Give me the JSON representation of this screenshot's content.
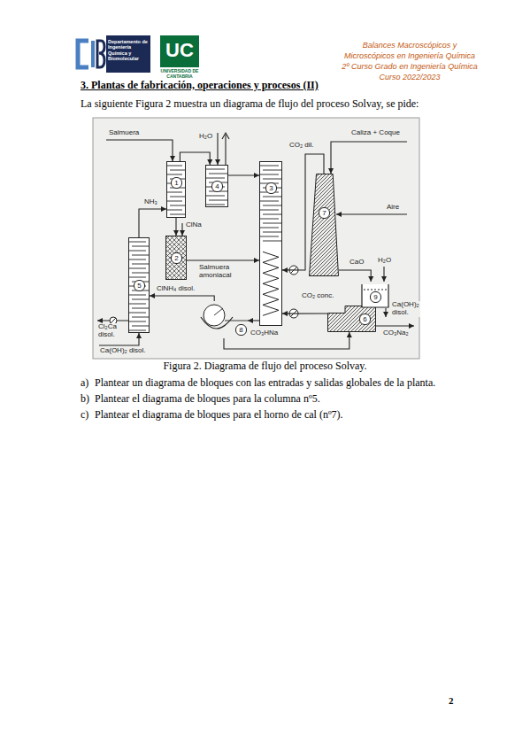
{
  "diagram": {
    "title": "3. Plantas de fabricación, operaciones y procesos (II)",
    "caption": "Figura 2. Diagrama de flujo del proceso Solvay.",
    "nodes": [
      {
        "text": [
          "UC",
          "UNIVERSIDAD DE CANTABRIA"
        ]
      },
      {
        "text": [
          "1"
        ]
      },
      {
        "text": [
          "2"
        ]
      },
      {
        "text": [
          "3"
        ]
      },
      {
        "text": [
          "4"
        ]
      },
      {
        "text": [
          "5"
        ]
      },
      {
        "text": [
          "6"
        ]
      },
      {
        "text": [
          "7"
        ]
      },
      {
        "text": [
          "8"
        ]
      },
      {
        "text": [
          "9"
        ]
      }
    ],
    "edges": [
      {
        "from": 1,
        "to": 4,
        "arrow": "to"
      },
      {
        "from": 4,
        "to": 3,
        "arrow": "to"
      },
      {
        "from": 1,
        "to": 2,
        "arrow": "to"
      },
      {
        "from": 2,
        "to": 3,
        "label": "Salmuera amoniacal",
        "arrow": "to"
      },
      {
        "from": 5,
        "to": 1,
        "label": "NH₃",
        "arrow": "to"
      },
      {
        "from": 7,
        "to": 3,
        "label": "CO₂ dil.",
        "arrow": "to"
      },
      {
        "from": 6,
        "to": 3,
        "label": "CO₂ conc.",
        "arrow": "to"
      },
      {
        "from": 3,
        "to": 8,
        "label": "CO₃HNa",
        "arrow": "to"
      },
      {
        "from": 8,
        "to": 5,
        "label": "ClNH₄ disol.",
        "arrow": "to"
      },
      {
        "from": 8,
        "to": 6,
        "arrow": "to"
      },
      {
        "from": 7,
        "to": 9,
        "label": "CaO",
        "arrow": "to"
      }
    ],
    "labels": [
      "Departamento de Ingeniería Química y Biomolecular",
      "Balances Macroscópicos y",
      "Microscópicos en Ingeniería Química",
      "2º Curso Grado en Ingeniería Química",
      "Curso 2022/2023",
      "La siguiente Figura 2 muestra un diagrama de flujo del proceso Solvay, se pide:",
      "Salmuera",
      "H₂O",
      "Caliza + Coque",
      "Aire",
      "ClNa",
      "H₂O",
      "Ca(OH)₂ disol.",
      "Cl₂Ca disol.",
      "CO₃Na₂",
      "Ca(OH)₂ disol.",
      "a)",
      "Plantear un diagrama de bloques con las entradas y salidas globales de la planta.",
      "b)",
      "Plantear el diagrama de bloques para la columna nº5.",
      "c)",
      "Plantear el diagrama de bloques para el horno de cal (nº7).",
      "2"
    ]
  }
}
